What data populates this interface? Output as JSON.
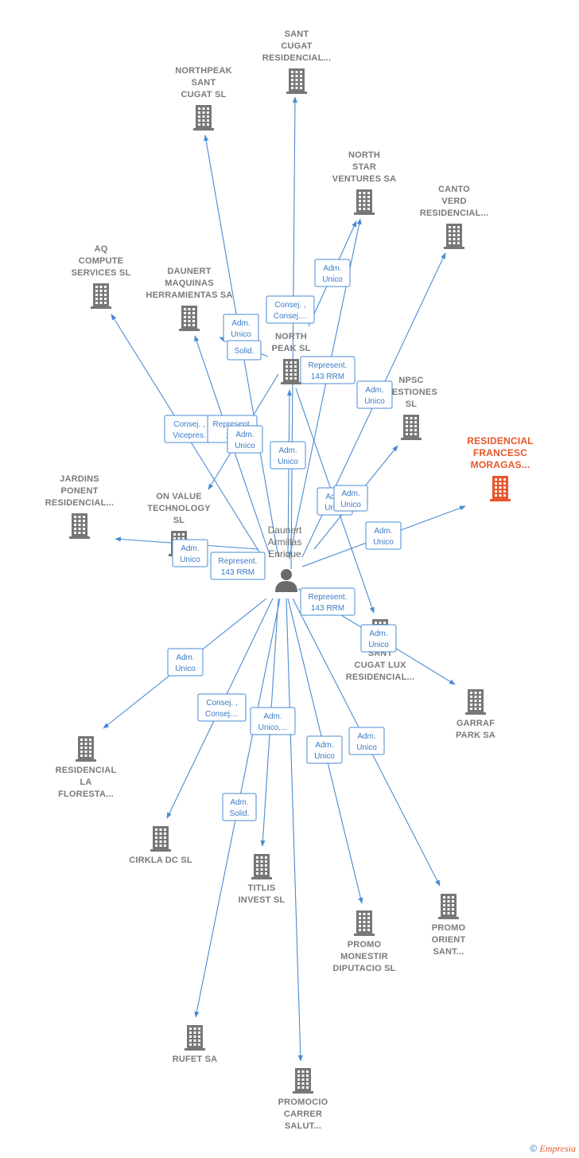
{
  "person": {
    "name_lines": [
      "Daunert",
      "Armillas",
      "Enrique"
    ]
  },
  "companies": [
    {
      "id": "sant_cugat_res",
      "label_lines": [
        "SANT",
        "CUGAT",
        "RESIDENCIAL..."
      ],
      "highlight": false
    },
    {
      "id": "northpeak",
      "label_lines": [
        "NORTHPEAK",
        "SANT",
        "CUGAT  SL"
      ],
      "highlight": false
    },
    {
      "id": "north_star",
      "label_lines": [
        "NORTH",
        "STAR",
        "VENTURES SA"
      ],
      "highlight": false
    },
    {
      "id": "canto_verd",
      "label_lines": [
        "CANTO",
        "VERD",
        "RESIDENCIAL..."
      ],
      "highlight": false
    },
    {
      "id": "aq_compute",
      "label_lines": [
        "AQ",
        "COMPUTE",
        "SERVICES  SL"
      ],
      "highlight": false
    },
    {
      "id": "daunert_maq",
      "label_lines": [
        "DAUNERT",
        "MAQUINAS",
        "HERRAMIENTAS SA"
      ],
      "highlight": false
    },
    {
      "id": "north_peak",
      "label_lines": [
        "NORTH",
        "PEAK  SL"
      ],
      "highlight": false
    },
    {
      "id": "npsc",
      "label_lines": [
        "NPSC",
        "GESTIONES",
        "SL"
      ],
      "highlight": false
    },
    {
      "id": "francesc",
      "label_lines": [
        "RESIDENCIAL",
        "FRANCESC",
        "MORAGAS..."
      ],
      "highlight": true
    },
    {
      "id": "jardins",
      "label_lines": [
        "JARDINS",
        "PONENT",
        "RESIDENCIAL..."
      ],
      "highlight": false
    },
    {
      "id": "on_value",
      "label_lines": [
        "ON VALUE",
        "TECHNOLOGY",
        "SL"
      ],
      "highlight": false
    },
    {
      "id": "sant_cugat_lux",
      "label_lines": [
        "SANT",
        "CUGAT LUX",
        "RESIDENCIAL..."
      ],
      "highlight": false
    },
    {
      "id": "garraf",
      "label_lines": [
        "GARRAF",
        "PARK SA"
      ],
      "highlight": false
    },
    {
      "id": "floresta",
      "label_lines": [
        "RESIDENCIAL",
        "LA",
        "FLORESTA..."
      ],
      "highlight": false
    },
    {
      "id": "cirkla",
      "label_lines": [
        "CIRKLA DC  SL"
      ],
      "highlight": false
    },
    {
      "id": "titlis",
      "label_lines": [
        "TITLIS",
        "INVEST  SL"
      ],
      "highlight": false
    },
    {
      "id": "promo_orient",
      "label_lines": [
        "PROMO",
        "ORIENT",
        "SANT..."
      ],
      "highlight": false
    },
    {
      "id": "promo_monestir",
      "label_lines": [
        "PROMO",
        "MONESTIR",
        "DIPUTACIO  SL"
      ],
      "highlight": false
    },
    {
      "id": "rufet",
      "label_lines": [
        "RUFET SA"
      ],
      "highlight": false
    },
    {
      "id": "promocio_carrer",
      "label_lines": [
        "PROMOCIO",
        "CARRER",
        "SALUT..."
      ],
      "highlight": false
    }
  ],
  "edge_labels": [
    {
      "id": "l01",
      "lines": [
        "Consej. ,",
        "Consej...."
      ]
    },
    {
      "id": "l02",
      "lines": [
        "Adm.",
        "Unico"
      ]
    },
    {
      "id": "l03",
      "lines": [
        "Adm.",
        "Unico"
      ]
    },
    {
      "id": "l04",
      "lines": [
        "Solid."
      ]
    },
    {
      "id": "l05",
      "lines": [
        "Represent.",
        "143 RRM"
      ]
    },
    {
      "id": "l06",
      "lines": [
        "Adm.",
        "Unico"
      ]
    },
    {
      "id": "l07",
      "lines": [
        "Consej. ,",
        "Vicepres."
      ]
    },
    {
      "id": "l08",
      "lines": [
        "Represent.",
        "143"
      ]
    },
    {
      "id": "l09",
      "lines": [
        "Adm.",
        "Unico"
      ]
    },
    {
      "id": "l10",
      "lines": [
        "Adm.",
        "Unico"
      ]
    },
    {
      "id": "l11",
      "lines": [
        "Adm.",
        "Unico"
      ]
    },
    {
      "id": "l12",
      "lines": [
        "Adm.",
        "Unico"
      ]
    },
    {
      "id": "l13",
      "lines": [
        "Adm.",
        "Unico"
      ]
    },
    {
      "id": "l14",
      "lines": [
        "Represent.",
        "143 RRM"
      ]
    },
    {
      "id": "l15",
      "lines": [
        "Represent.",
        "143 RRM"
      ]
    },
    {
      "id": "l16",
      "lines": [
        "Adm.",
        "Unico"
      ]
    },
    {
      "id": "l17",
      "lines": [
        "Adm.",
        "Unico"
      ]
    },
    {
      "id": "l18",
      "lines": [
        "Consej. ,",
        "Consej...."
      ]
    },
    {
      "id": "l19",
      "lines": [
        "Adm.",
        "Unico,..."
      ]
    },
    {
      "id": "l20",
      "lines": [
        "Adm.",
        "Unico"
      ]
    },
    {
      "id": "l21",
      "lines": [
        "Adm.",
        "Unico"
      ]
    },
    {
      "id": "l22",
      "lines": [
        "Adm.",
        "Solid."
      ]
    },
    {
      "id": "l23",
      "lines": [
        "Adm.",
        "Unico"
      ]
    }
  ],
  "footer": {
    "copyright": "©",
    "brand": "Empresia"
  },
  "colors": {
    "edge": "#4a8bd4",
    "building": "#777777",
    "focus": "#e8562a"
  },
  "icons": {
    "company": "building-icon",
    "person": "person-icon"
  }
}
